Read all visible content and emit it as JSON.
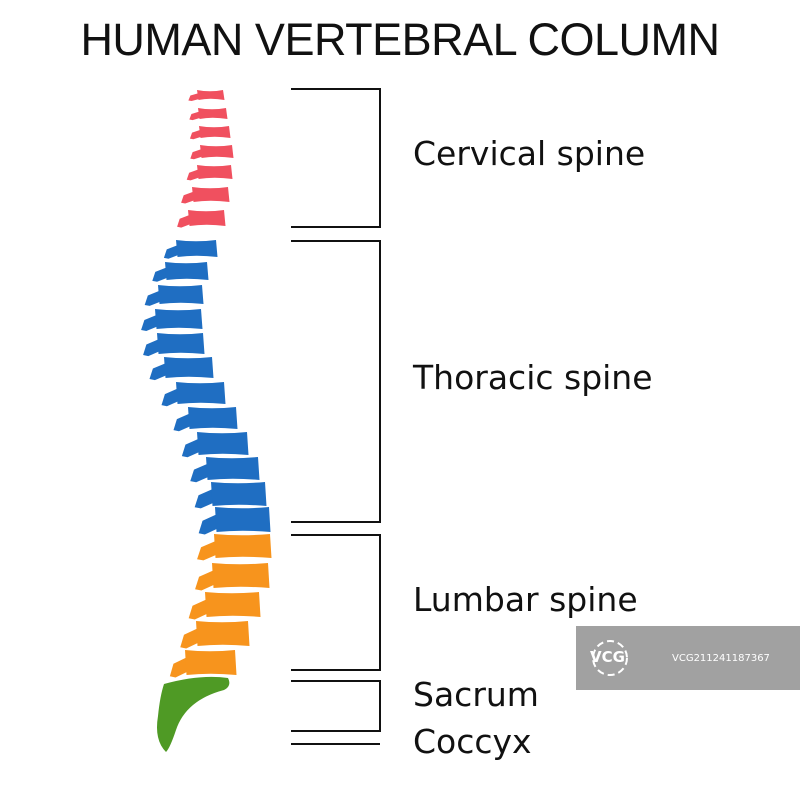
{
  "title": "HUMAN VERTEBRAL COLUMN",
  "regions": [
    {
      "key": "cervical",
      "label": "Cervical spine",
      "color": "#f0505f",
      "vertebrae": 7
    },
    {
      "key": "thoracic",
      "label": "Thoracic spine",
      "color": "#1f6ec2",
      "vertebrae": 12
    },
    {
      "key": "lumbar",
      "label": "Lumbar spine",
      "color": "#f7941d",
      "vertebrae": 5
    },
    {
      "key": "sacrum",
      "label": "Sacrum",
      "color": "#4f9a25",
      "vertebrae": 1
    },
    {
      "key": "coccyx",
      "label": "Coccyx",
      "color": "#4f9a25",
      "vertebrae": 1
    }
  ],
  "watermark": {
    "brand": "VCG",
    "id": "VCG211241187367"
  }
}
